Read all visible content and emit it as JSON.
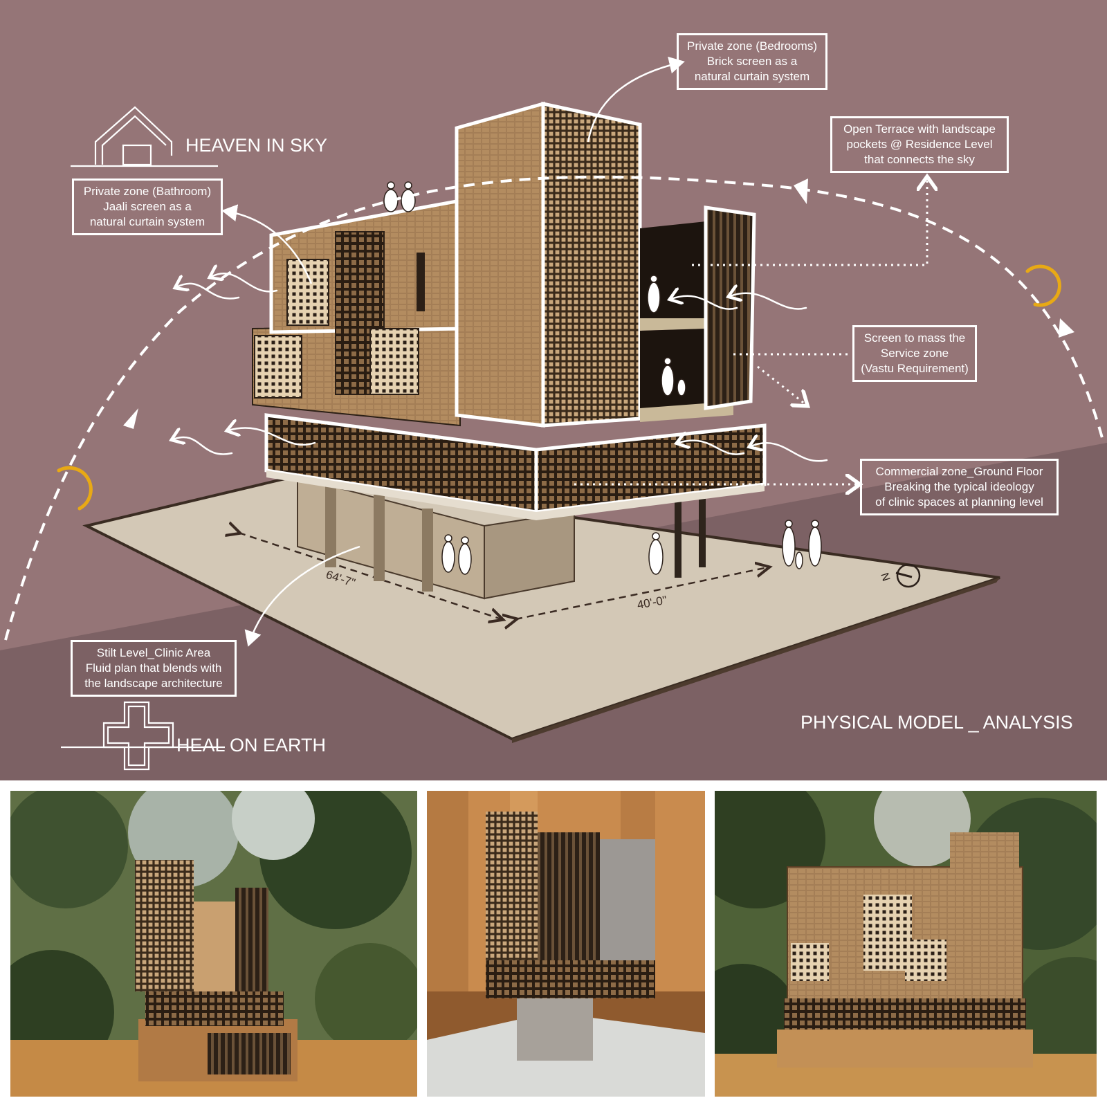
{
  "headings": {
    "heaven": "HEAVEN IN SKY",
    "heal": "HEAL ON EARTH",
    "analysis": "PHYSICAL MODEL _ ANALYSIS"
  },
  "callouts": {
    "bedrooms": [
      "Private zone (Bedrooms)",
      "Brick screen as a",
      "natural curtain system"
    ],
    "terrace": [
      "Open Terrace with landscape",
      "pockets @ Residence Level",
      "that connects the sky"
    ],
    "bathroom": [
      "Private zone (Bathroom)",
      "Jaali screen as a",
      "natural curtain system"
    ],
    "service": [
      "Screen to mass the",
      "Service zone",
      "(Vastu Requirement)"
    ],
    "commercial": [
      "Commercial zone_Ground Floor",
      "Breaking the typical ideology",
      "of clinic spaces at planning level"
    ],
    "stilt": [
      "Stilt Level_Clinic Area",
      "Fluid plan that blends with",
      "the landscape architecture"
    ]
  },
  "dimensions": {
    "length": "64'-7\"",
    "width": "40'-0\""
  },
  "north_marker": "N",
  "colors": {
    "background": "#957577",
    "background_lower": "#7c6164",
    "site_board": "#d3c8b6",
    "model_wood": "#9a7a55",
    "sun_accent": "#e8a915",
    "annotation": "#ffffff"
  },
  "icons": [
    "house-outline-icon",
    "medical-cross-outline-icon",
    "sun-icon",
    "north-arrow-icon",
    "wind-flow-icon"
  ]
}
